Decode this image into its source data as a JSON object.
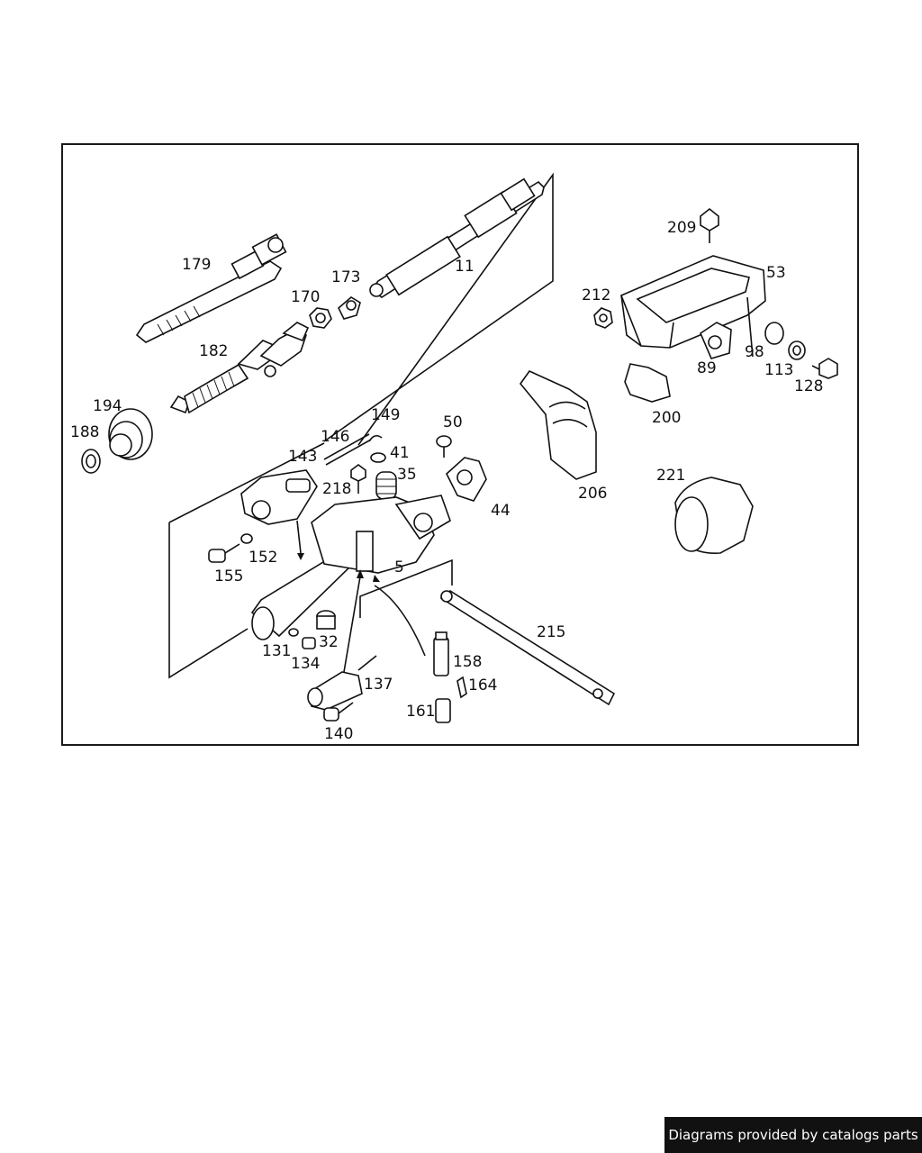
{
  "diagram": {
    "part_labels": [
      {
        "id": "179",
        "text": "179"
      },
      {
        "id": "11",
        "text": "11"
      },
      {
        "id": "173",
        "text": "173"
      },
      {
        "id": "170",
        "text": "170"
      },
      {
        "id": "182",
        "text": "182"
      },
      {
        "id": "194",
        "text": "194"
      },
      {
        "id": "188",
        "text": "188"
      },
      {
        "id": "146",
        "text": "146"
      },
      {
        "id": "149",
        "text": "149"
      },
      {
        "id": "143",
        "text": "143"
      },
      {
        "id": "41",
        "text": "41"
      },
      {
        "id": "50",
        "text": "50"
      },
      {
        "id": "35",
        "text": "35"
      },
      {
        "id": "218",
        "text": "218"
      },
      {
        "id": "44",
        "text": "44"
      },
      {
        "id": "152",
        "text": "152"
      },
      {
        "id": "155",
        "text": "155"
      },
      {
        "id": "5",
        "text": "5"
      },
      {
        "id": "131",
        "text": "131"
      },
      {
        "id": "32",
        "text": "32"
      },
      {
        "id": "134",
        "text": "134"
      },
      {
        "id": "137",
        "text": "137"
      },
      {
        "id": "140",
        "text": "140"
      },
      {
        "id": "158",
        "text": "158"
      },
      {
        "id": "164",
        "text": "164"
      },
      {
        "id": "161",
        "text": "161"
      },
      {
        "id": "215",
        "text": "215"
      },
      {
        "id": "209",
        "text": "209"
      },
      {
        "id": "53",
        "text": "53"
      },
      {
        "id": "212",
        "text": "212"
      },
      {
        "id": "98",
        "text": "98"
      },
      {
        "id": "89",
        "text": "89"
      },
      {
        "id": "113",
        "text": "113"
      },
      {
        "id": "128",
        "text": "128"
      },
      {
        "id": "200",
        "text": "200"
      },
      {
        "id": "206",
        "text": "206"
      },
      {
        "id": "221",
        "text": "221"
      }
    ]
  },
  "footer": {
    "credit": "Diagrams provided by catalogs parts"
  }
}
